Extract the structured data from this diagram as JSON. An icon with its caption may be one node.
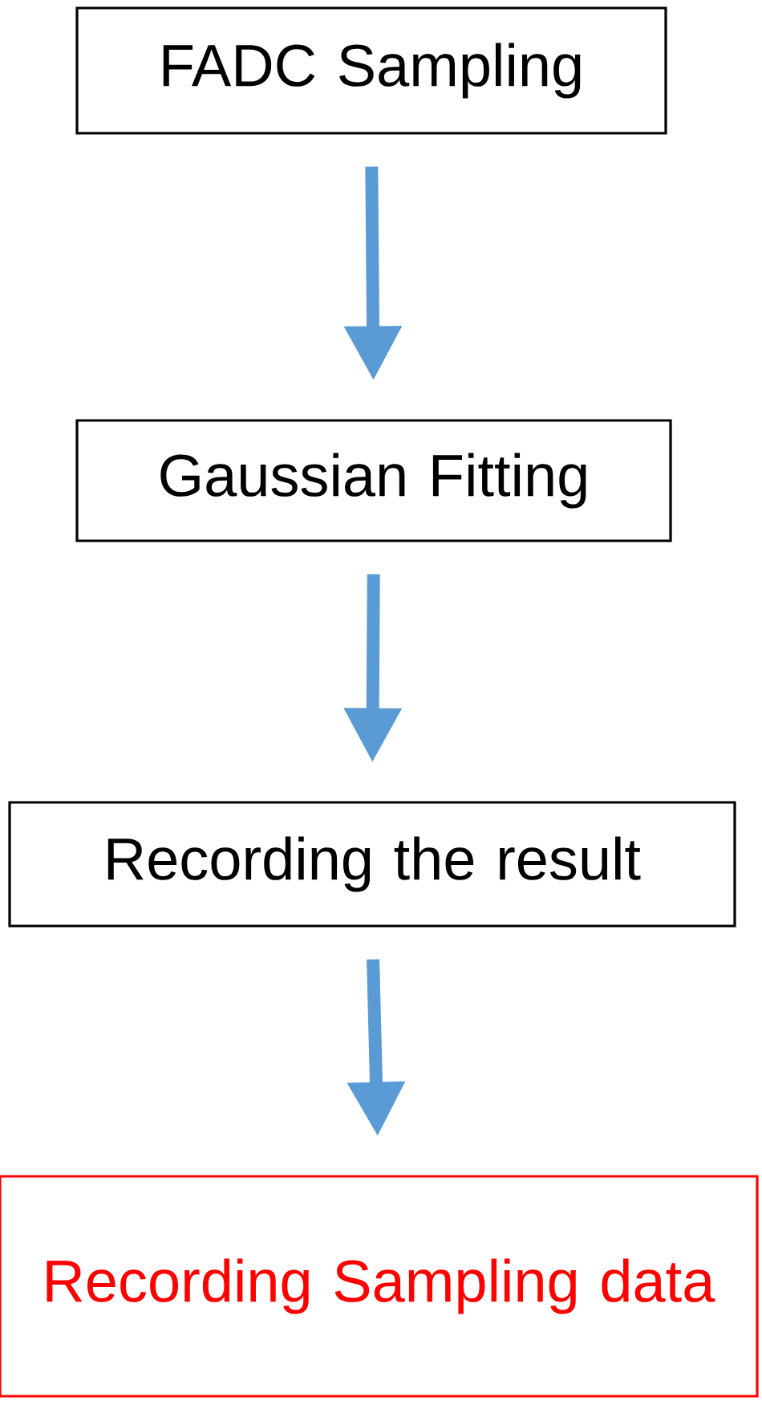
{
  "diagram": {
    "nodes": [
      {
        "text": [
          "FADC Sampling"
        ]
      },
      {
        "text": [
          "Gaussian Fitting"
        ]
      },
      {
        "text": [
          "Recording the result"
        ]
      },
      {
        "text": [
          "Recording Sampling data"
        ]
      }
    ],
    "edges": [
      {
        "from": 0,
        "to": 1,
        "arrow": "to"
      },
      {
        "from": 1,
        "to": 2,
        "arrow": "to"
      },
      {
        "from": 2,
        "to": 3,
        "arrow": "to"
      }
    ]
  }
}
